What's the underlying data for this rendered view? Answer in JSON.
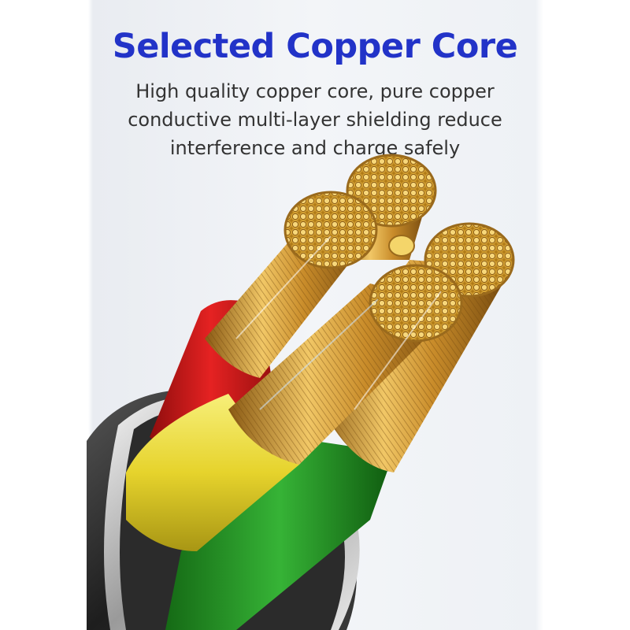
{
  "headline": "Selected Copper Core",
  "description": {
    "lines": [
      "High quality copper core, pure copper",
      "conductive multi-layer shielding reduce",
      "interference and charge safely"
    ]
  },
  "colors": {
    "headline": "#2233c8",
    "copper": "#d9a23c",
    "wire_red": "#d81e1e",
    "wire_yellow": "#e8d83a",
    "wire_green": "#2a9a2a",
    "jacket": "#2b2b2b"
  }
}
